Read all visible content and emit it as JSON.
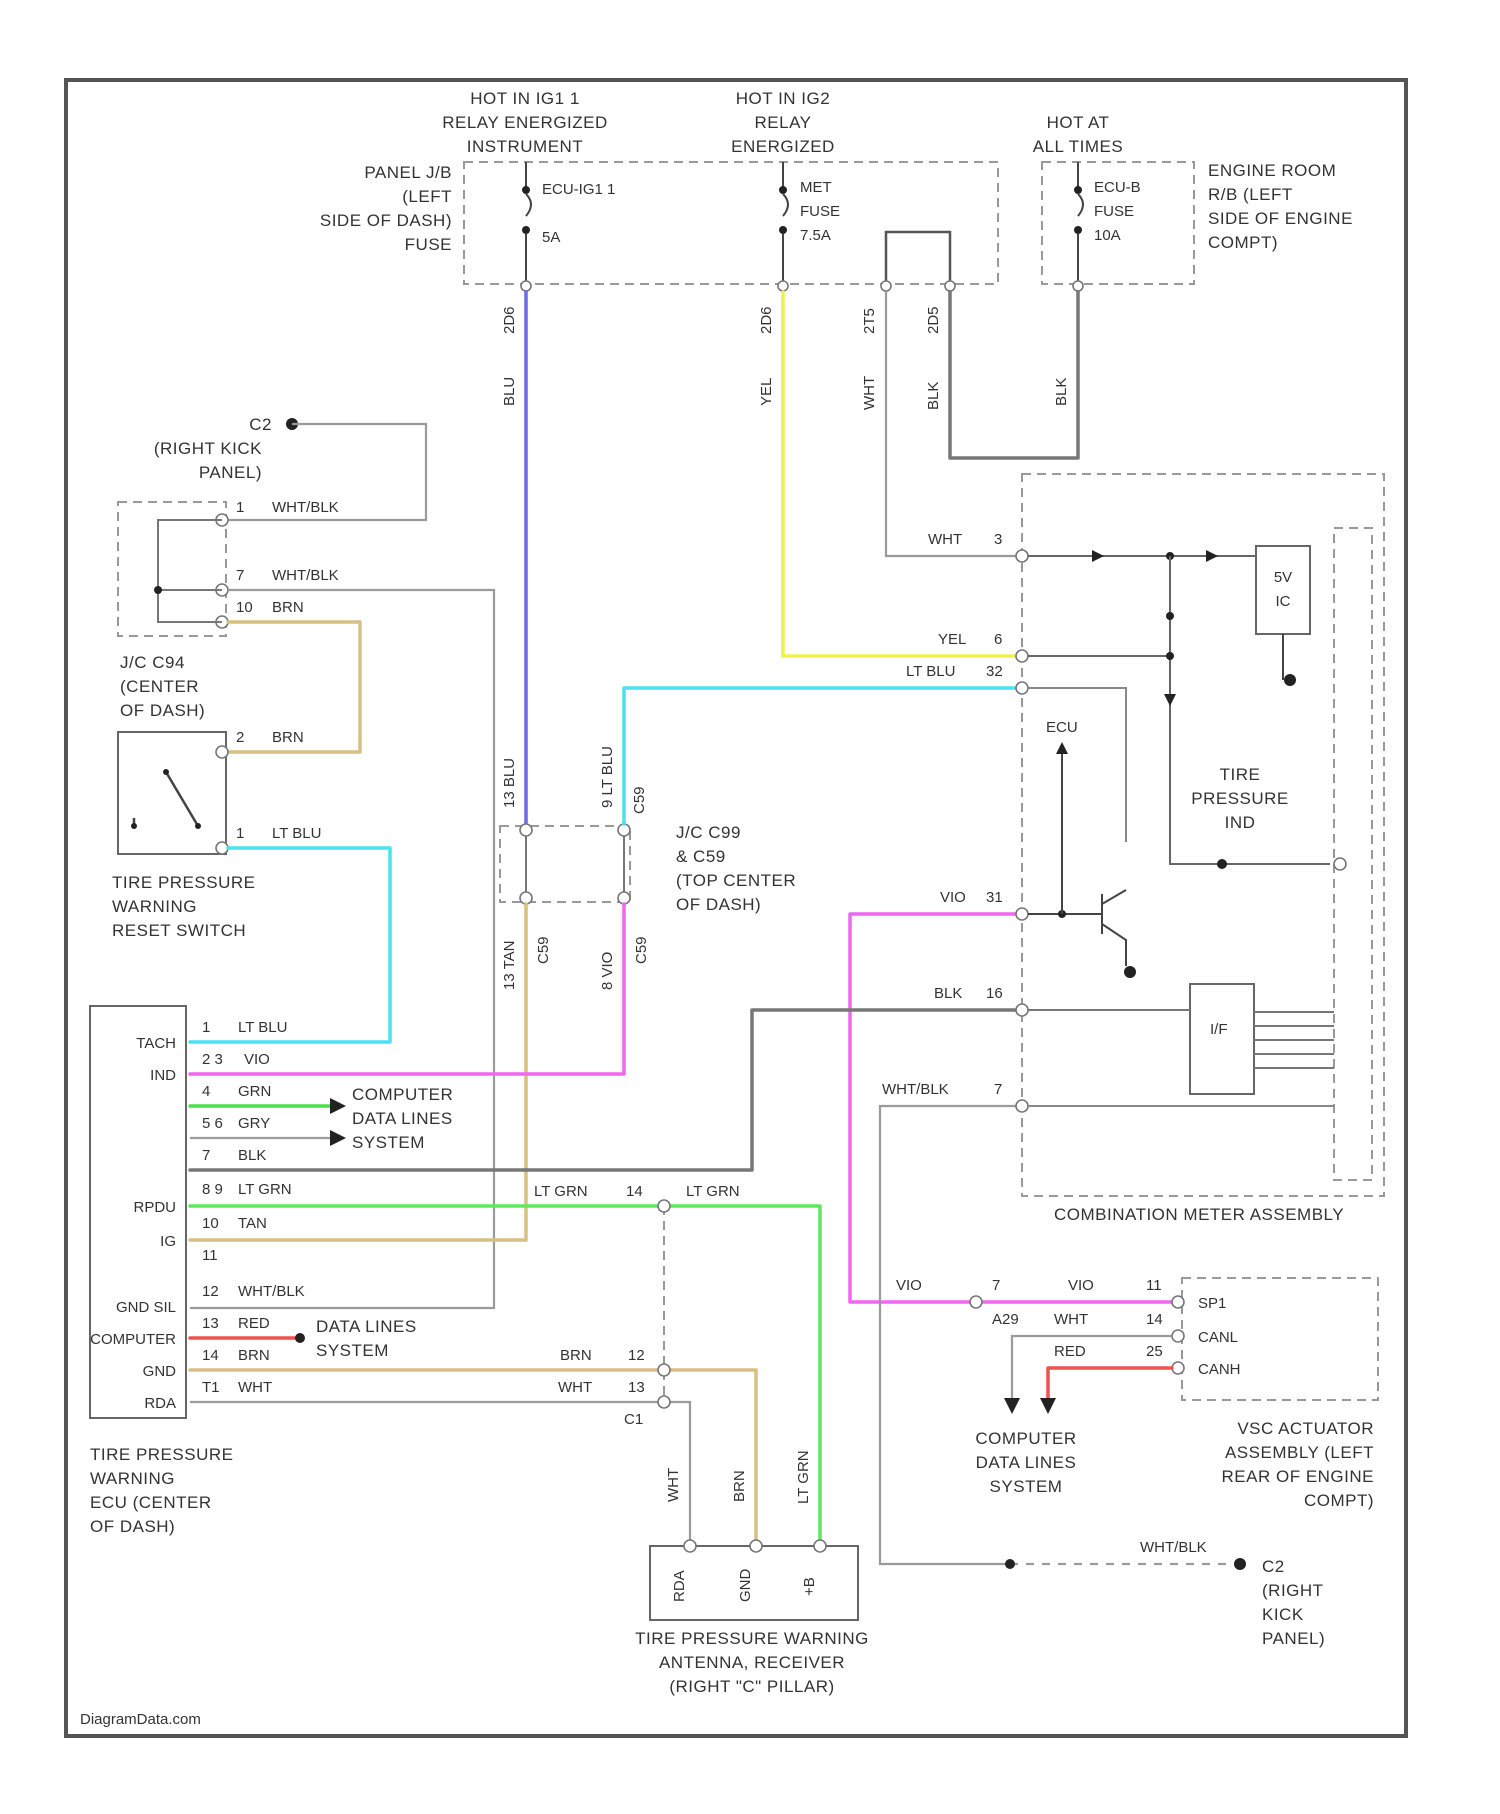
{
  "colors": {
    "BLU": "#6b6be6",
    "YEL": "#f0f050",
    "LT_BLU": "#49e2f2",
    "VIO": "#f266f2",
    "BLK": "#777777",
    "GRN": "#4ae04a",
    "BRN": "#d8bf82",
    "TAN": "#d8bf82",
    "LT_GRN": "#5ee85e",
    "RED": "#f05252",
    "WHT": "#c8c8c8"
  },
  "power": {
    "hot1": [
      "HOT IN IG1 1",
      "RELAY ENERGIZED",
      "INSTRUMENT"
    ],
    "hot2": [
      "HOT IN IG2",
      "RELAY",
      "ENERGIZED"
    ],
    "hot3": [
      "HOT AT",
      "ALL TIMES"
    ]
  },
  "panel_jb": [
    "PANEL J/B",
    "(LEFT",
    "SIDE OF DASH)",
    "FUSE"
  ],
  "engine_rb": [
    "ENGINE ROOM",
    "R/B (LEFT",
    "SIDE OF ENGINE",
    "COMPT)"
  ],
  "fuses": {
    "f1": [
      "ECU-IG1 1",
      "5A"
    ],
    "f2": [
      "MET",
      "FUSE",
      "7.5A"
    ],
    "f3": [
      "ECU-B",
      "FUSE",
      "10A"
    ]
  },
  "conn_top": [
    "2D6",
    "2D6",
    "2T5",
    "2D5"
  ],
  "wire_top": [
    "BLU",
    "YEL",
    "WHT",
    "BLK",
    "BLK"
  ],
  "c2_top": [
    "C2",
    "(RIGHT KICK",
    "PANEL)"
  ],
  "jc_c94": [
    "J/C C94",
    "(CENTER",
    "OF DASH)"
  ],
  "jc_pins": [
    {
      "pin": "1",
      "wire": "WHT/BLK"
    },
    {
      "pin": "7",
      "wire": "WHT/BLK"
    },
    {
      "pin": "10",
      "wire": "BRN"
    }
  ],
  "reset_switch": {
    "label": [
      "TIRE PRESSURE",
      "WARNING",
      "RESET SWITCH"
    ],
    "pins": [
      {
        "pin": "2",
        "wire": "BRN"
      },
      {
        "pin": "1",
        "wire": "LT BLU"
      }
    ]
  },
  "jc_c99": {
    "label": [
      "J/C C99",
      "& C59",
      "(TOP CENTER",
      "OF DASH)"
    ],
    "top": [
      "13 BLU",
      "9 LT BLU",
      "C59"
    ],
    "bottom": [
      "C59",
      "C59",
      "13 TAN",
      "8 VIO"
    ]
  },
  "combo_meter": {
    "label": "COMBINATION METER ASSEMBLY",
    "pins": [
      {
        "wire": "WHT",
        "pin": "3"
      },
      {
        "wire": "YEL",
        "pin": "6"
      },
      {
        "wire": "LT BLU",
        "pin": "32"
      },
      {
        "wire": "VIO",
        "pin": "31"
      },
      {
        "wire": "BLK",
        "pin": "16"
      },
      {
        "wire": "WHT/BLK",
        "pin": "7"
      }
    ],
    "reg": [
      "5V",
      "IC"
    ],
    "ind": [
      "TIRE",
      "PRESSURE",
      "IND"
    ],
    "ecu": "ECU",
    "cpu": "I/F"
  },
  "tpw_ecu": {
    "label": [
      "TIRE PRESSURE",
      "WARNING",
      "ECU (CENTER",
      "OF DASH)"
    ],
    "terms": [
      "TACH",
      "IND",
      "RPDU",
      "IG",
      "GND SIL",
      "COMPUTER",
      "GND",
      "RDA"
    ],
    "pins": [
      {
        "pin": "1",
        "wire": "LT BLU"
      },
      {
        "pin": "2 3",
        "wire": "VIO"
      },
      {
        "pin": "4",
        "wire": "GRN"
      },
      {
        "pin": "5 6",
        "wire": "GRY"
      },
      {
        "pin": "7",
        "wire": "BLK"
      },
      {
        "pin": "8 9",
        "wire": "LT GRN"
      },
      {
        "pin": "10",
        "wire": "TAN"
      },
      {
        "pin": "11",
        "wire": ""
      },
      {
        "pin": "12",
        "wire": "WHT/BLK"
      },
      {
        "pin": "13",
        "wire": "RED"
      },
      {
        "pin": "14",
        "wire": "BRN"
      },
      {
        "pin": "T1",
        "wire": "WHT"
      }
    ]
  },
  "data_lines": [
    "COMPUTER",
    "DATA LINES",
    "SYSTEM"
  ],
  "data_lines2": [
    "DATA LINES",
    "SYSTEM"
  ],
  "data_lines3": [
    "COMPUTER",
    "DATA LINES",
    "SYSTEM"
  ],
  "c1": [
    "LT GRN",
    "14",
    "LT GRN",
    "BRN",
    "12",
    "WHT",
    "13",
    "C1",
    "C1"
  ],
  "antenna": {
    "label": [
      "TIRE PRESSURE WARNING",
      "ANTENNA, RECEIVER",
      "(RIGHT \"C\" PILLAR)"
    ],
    "wires": [
      "WHT",
      "BRN",
      "LT GRN"
    ],
    "terms": [
      "RDA",
      "GND",
      "+B"
    ]
  },
  "vsc": {
    "label": [
      "VSC ACTUATOR",
      "ASSEMBLY (LEFT",
      "REAR OF ENGINE",
      "COMPT)"
    ],
    "pins": [
      {
        "wire": "VIO",
        "pin": "7"
      },
      {
        "wire": "VIO",
        "pin": "11"
      },
      {
        "wire": "WHT",
        "pin": "14"
      },
      {
        "wire": "RED",
        "pin": "25"
      }
    ],
    "terms": [
      "SP1",
      "CANL",
      "CANH"
    ],
    "conn": "A29"
  },
  "c2_bottom": [
    "WHT/BLK",
    "C2",
    "(RIGHT",
    "KICK",
    "PANEL)"
  ],
  "watermark": "DiagramData.com"
}
